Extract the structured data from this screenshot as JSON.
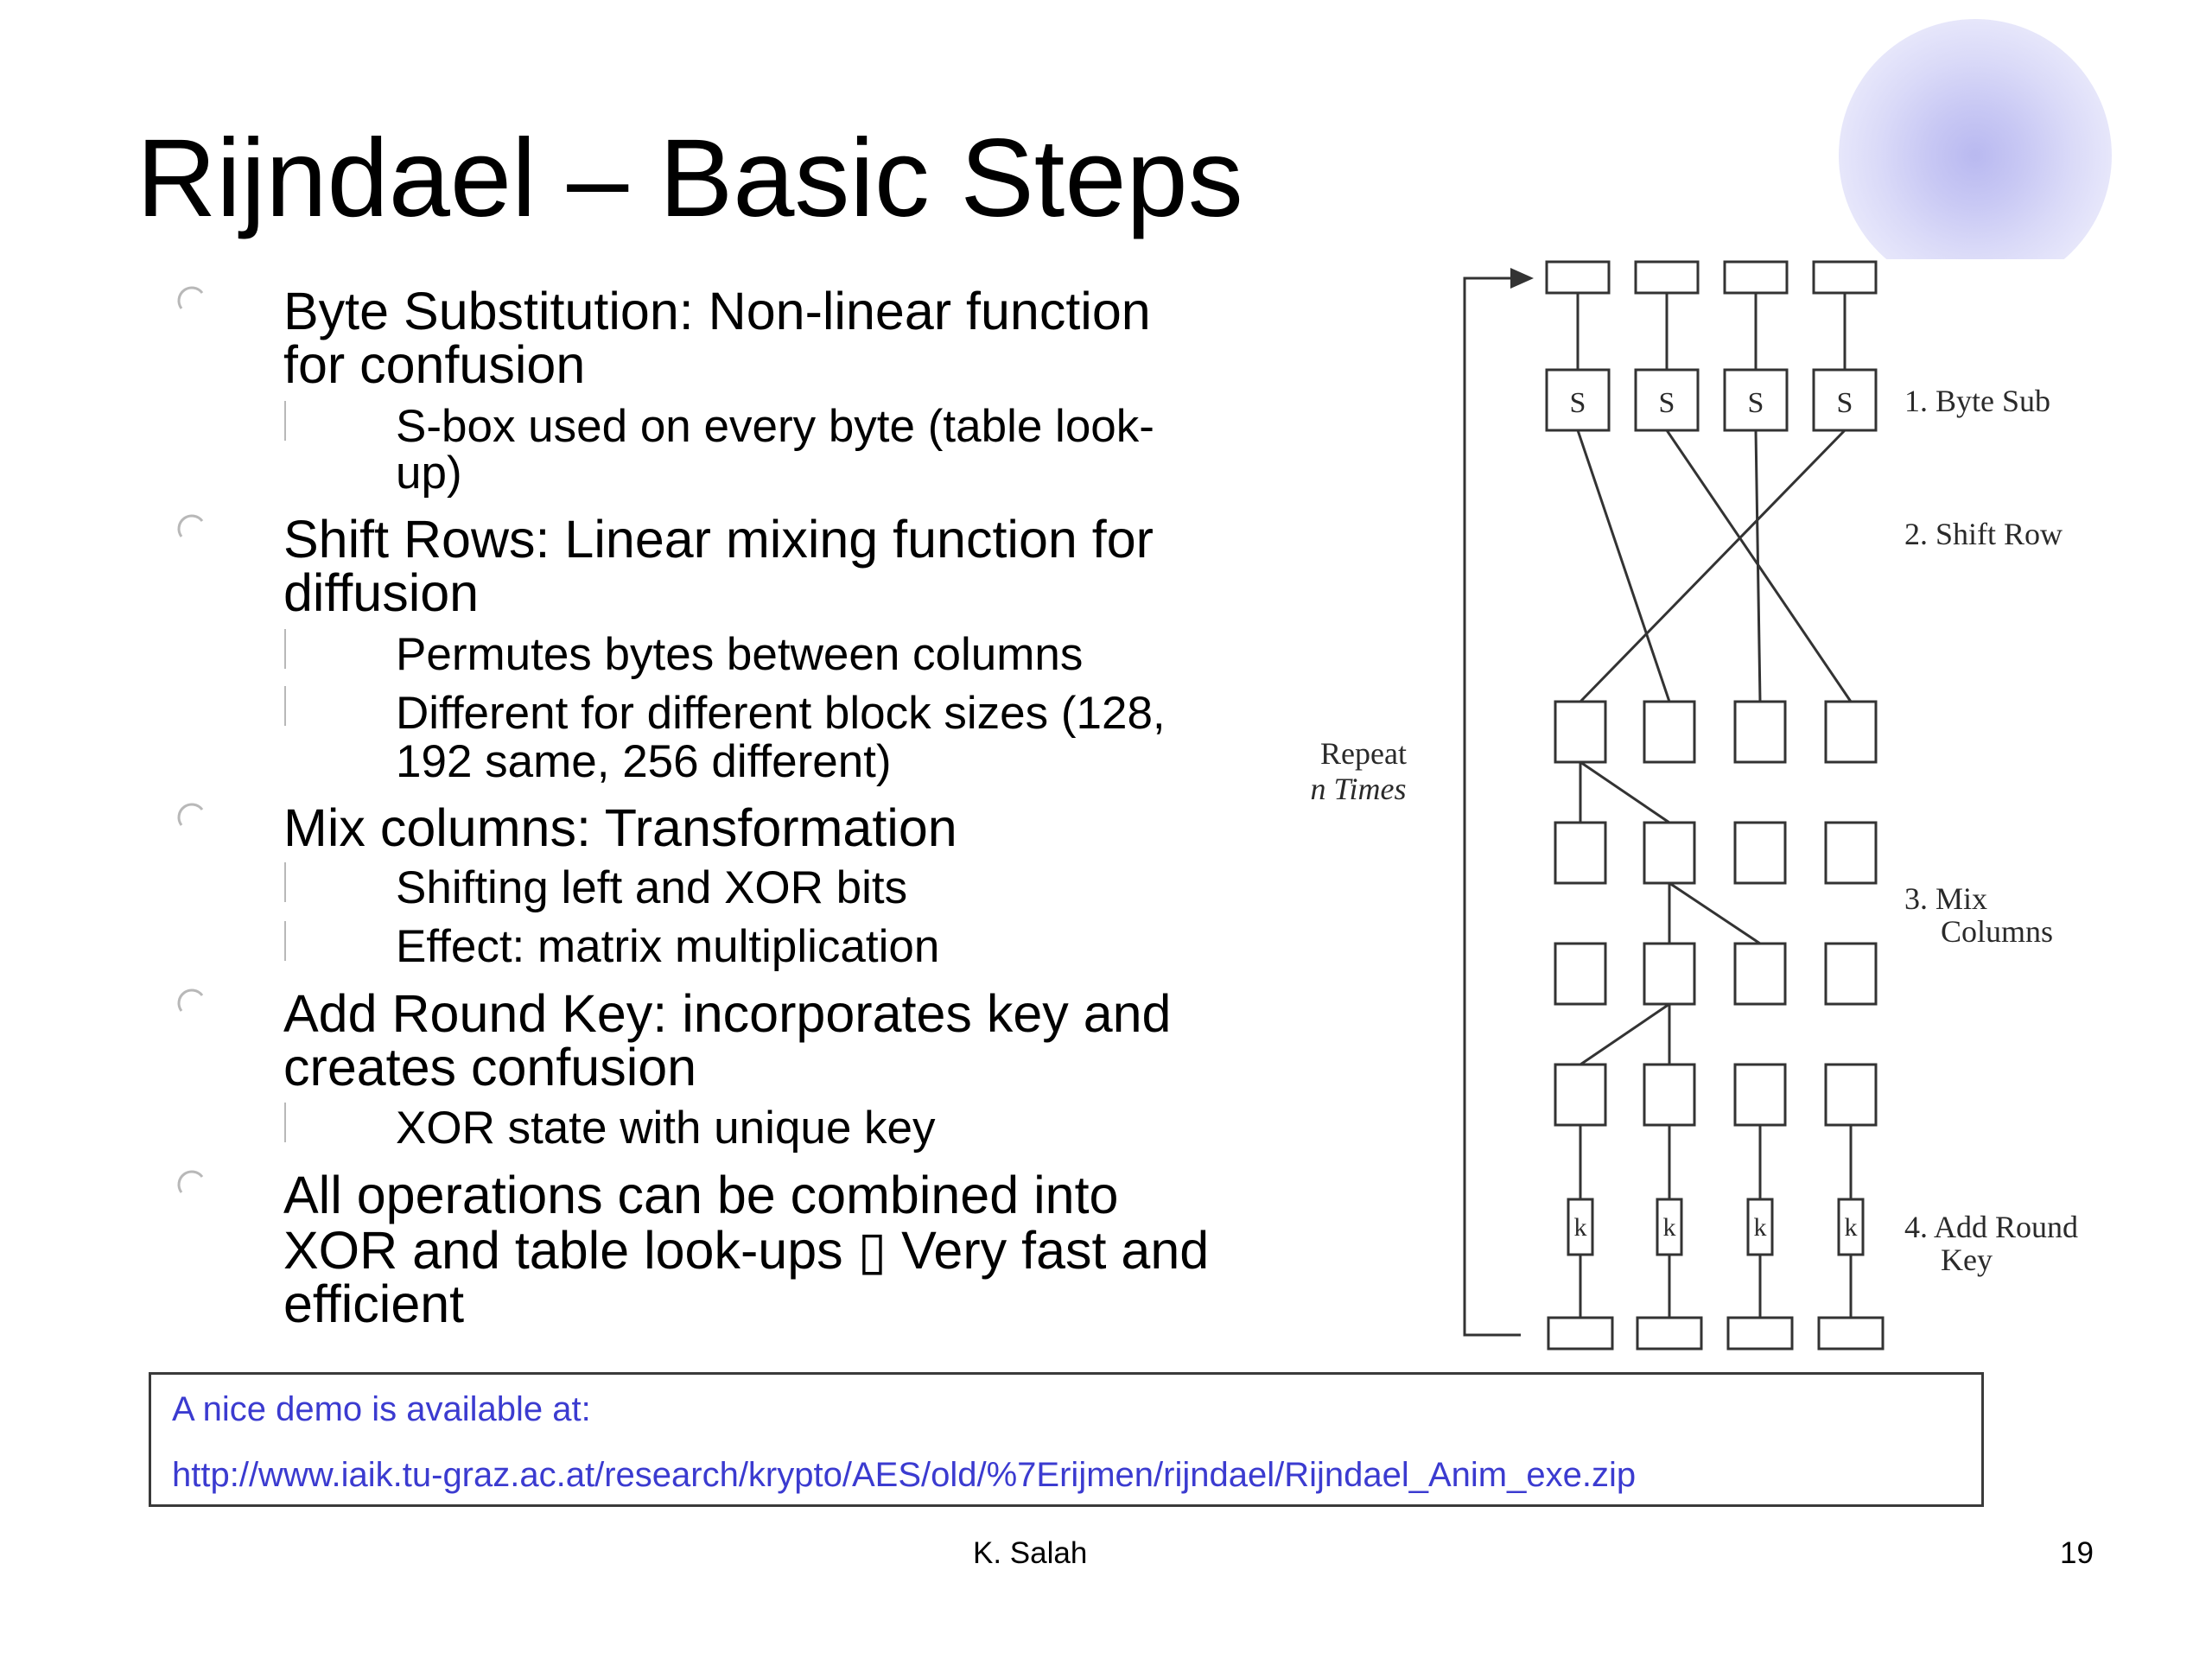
{
  "slide": {
    "title": "Rijndael – Basic Steps",
    "bullets": [
      {
        "lines": [
          "Byte Substitution: Non-linear function",
          "for confusion"
        ],
        "sub": [
          {
            "lines": [
              "S-box used on every byte (table look-",
              "up)"
            ]
          }
        ]
      },
      {
        "lines": [
          "Shift Rows: Linear mixing function for",
          "diffusion"
        ],
        "sub": [
          {
            "lines": [
              "Permutes bytes between columns"
            ]
          },
          {
            "lines": [
              "Different for different block sizes (128,",
              "192 same, 256 different)"
            ]
          }
        ]
      },
      {
        "lines": [
          "Mix columns: Transformation"
        ],
        "sub": [
          {
            "lines": [
              "Shifting left and XOR bits"
            ]
          },
          {
            "lines": [
              "Effect: matrix multiplication"
            ]
          }
        ]
      },
      {
        "lines": [
          "Add Round Key: incorporates key and",
          "creates confusion"
        ],
        "sub": [
          {
            "lines": [
              "XOR state with unique key"
            ]
          }
        ]
      },
      {
        "lines": [
          "All operations can be combined into",
          "XOR and table look-ups ▯ Very fast and",
          "efficient"
        ],
        "sub": []
      }
    ]
  },
  "diagram": {
    "sbox_label": "S",
    "key_label": "k",
    "repeat_line1": "Repeat",
    "repeat_line2": "n Times",
    "step1": "1. Byte Sub",
    "step2": "2. Shift Row",
    "step3_line1": "3. Mix",
    "step3_line2": "Columns",
    "step4_line1": "4. Add Round",
    "step4_line2": "Key"
  },
  "demo_box": {
    "line1": "A nice demo is available at:",
    "line2": "http://www.iaik.tu-graz.ac.at/research/krypto/AES/old/%7Erijmen/rijndael/Rijndael_Anim_exe.zip"
  },
  "footer": {
    "author": "K. Salah",
    "page_number": "19"
  },
  "colors": {
    "link_blue": "#3b3bd0",
    "deco_circle": "#c8c8f4",
    "bullet_marker": "#b8b8b8"
  }
}
